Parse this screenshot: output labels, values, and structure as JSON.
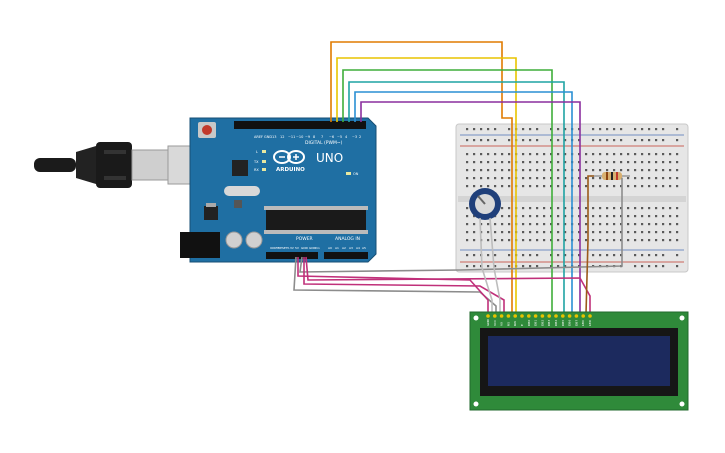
{
  "arduino": {
    "brand": "ARDUINO",
    "model": "UNO",
    "digital_label": "DIGITAL (PWM~)",
    "power_label": "POWER",
    "analog_label": "ANALOG IN",
    "on_label": "ON",
    "tx_label": "TX",
    "rx_label": "RX",
    "l_label": "L"
  },
  "lcd": {
    "pin_labels": [
      "GND",
      "VCC",
      "V0",
      "RS",
      "RW",
      "E",
      "DB0",
      "DB1",
      "DB2",
      "DB3",
      "DB4",
      "DB5",
      "DB6",
      "DB7",
      "LED",
      "LED"
    ]
  },
  "colors": {
    "board": "#1f6fa3",
    "lcd_pcb": "#2f8a3a",
    "lcd_screen": "#1c2a5e",
    "wire_orange": "#e07b00",
    "wire_yellow": "#e8c400",
    "wire_green": "#3fae3a",
    "wire_teal": "#1fa3a3",
    "wire_blue": "#2a8fd4",
    "wire_purple": "#8a2f9e",
    "wire_magenta": "#c0307a",
    "wire_gray": "#8c8c8c",
    "wire_brown": "#9a5a1a"
  }
}
